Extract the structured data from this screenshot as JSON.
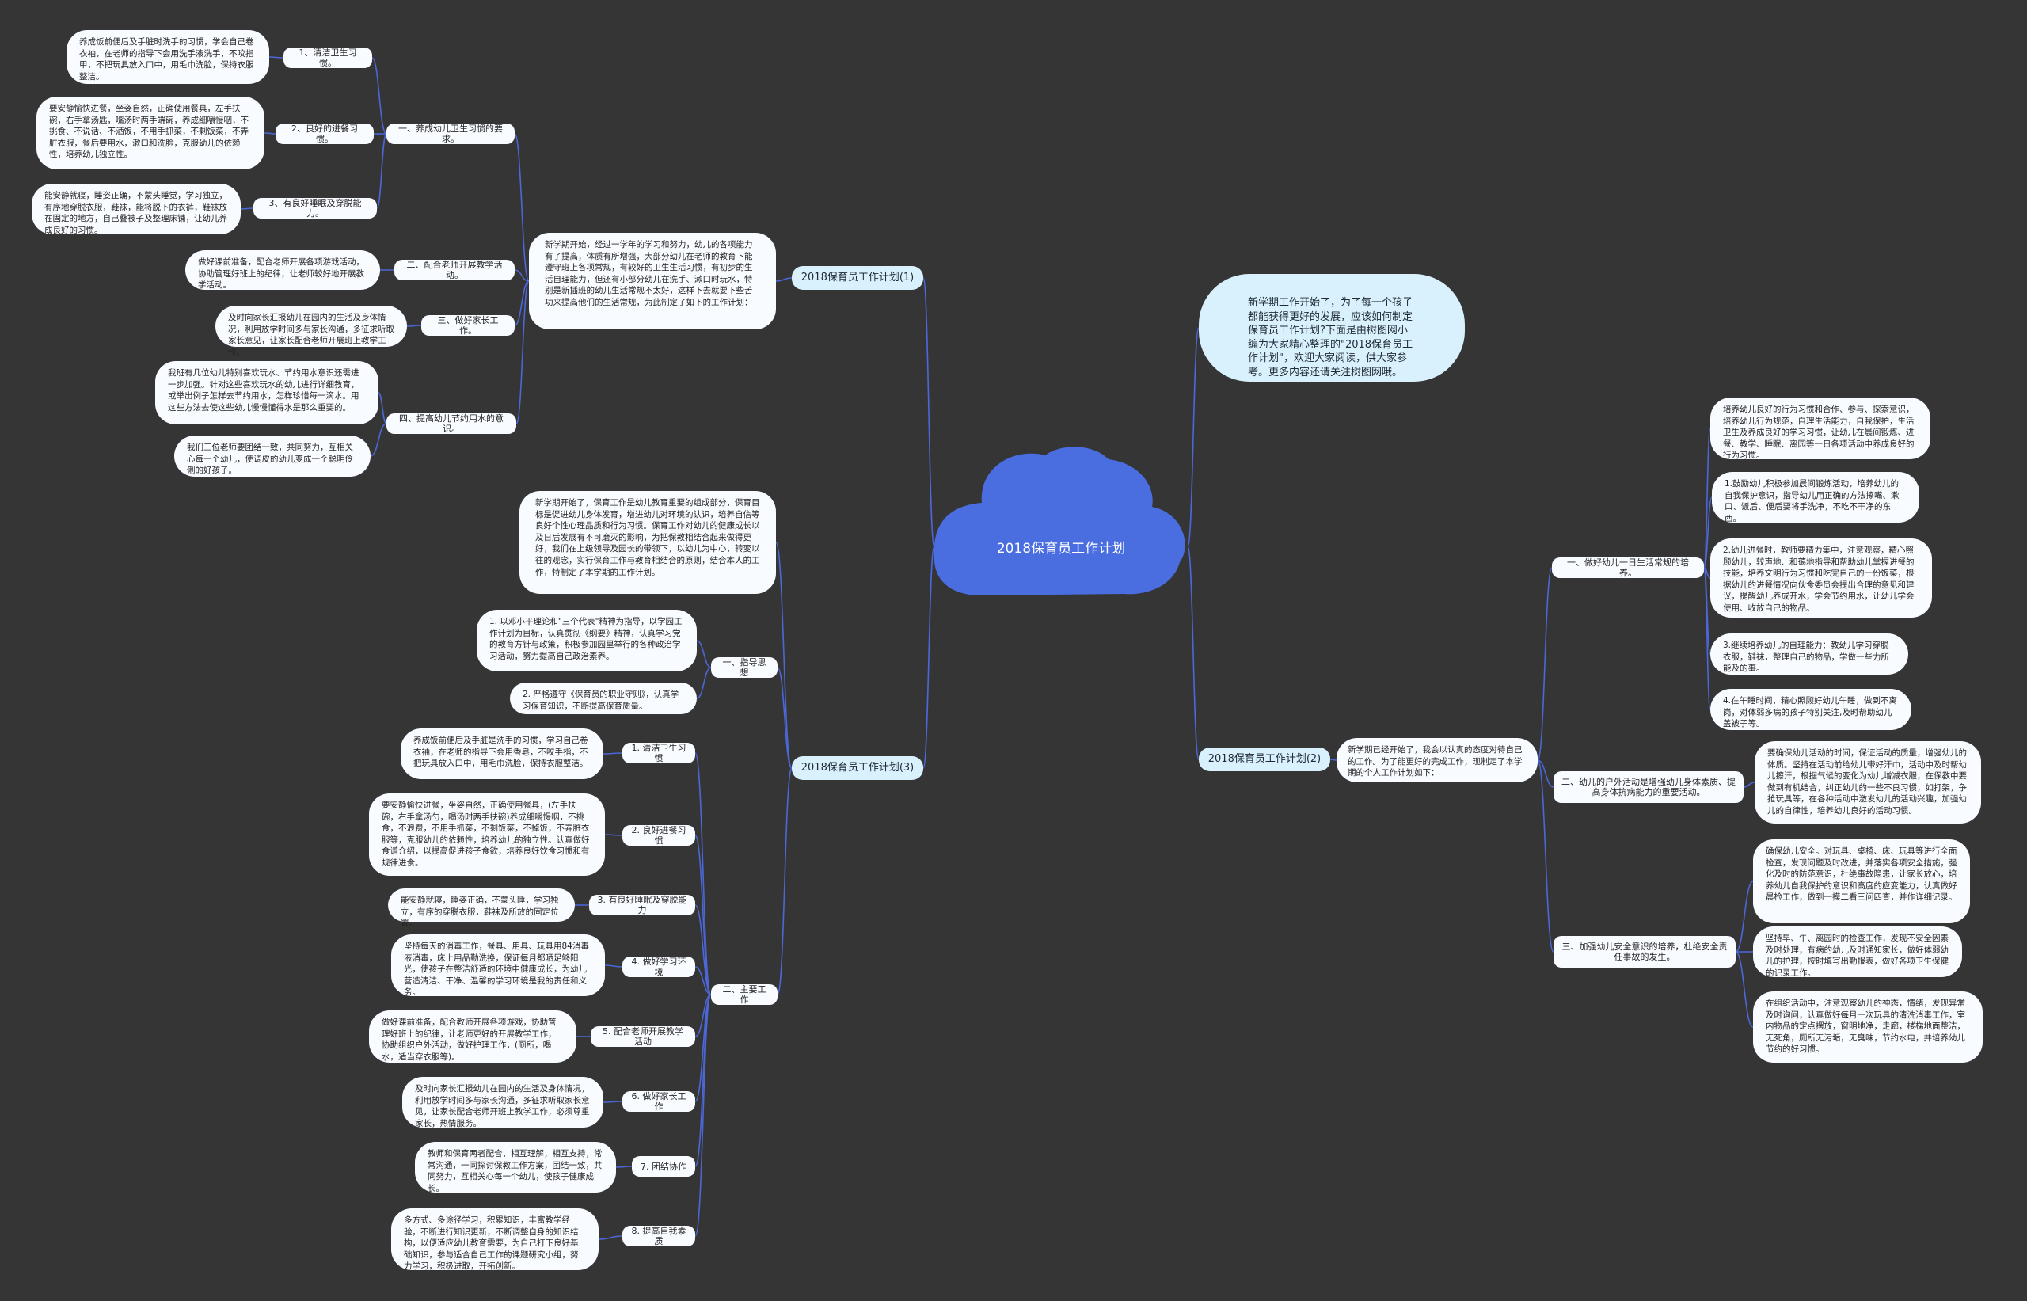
{
  "root": {
    "title": "2018保育员工作计划",
    "color": "#4a6ee0"
  },
  "colors": {
    "background": "#363536",
    "edge": "#4b67d8",
    "node": "#f8fbff",
    "branch": "#d9f1fc"
  },
  "plan1": {
    "label": "2018保育员工作计划(1)",
    "summary": "新学期开始，经过一学年的学习和努力，幼儿的各项能力有了提高，体质有所增强，大部分幼儿在老师的教育下能遵守班上各项常规，有较好的卫生生活习惯，有初步的生活自理能力，但还有小部分幼儿在洗手、漱口时玩水，特别是新插班的幼儿生活常规不太好，这样下去就要下些苦功来提高他们的生活常规，为此制定了如下的工作计划：",
    "sections": {
      "s1": {
        "label": "一、养成幼儿卫生习惯的要求。",
        "items": [
          {
            "label": "1、清洁卫生习惯。",
            "detail": "养成饭前便后及手脏时洗手的习惯，学会自己卷衣袖，在老师的指导下会用洗手液洗手，不咬指甲，不把玩具放入口中，用毛巾洗脸，保持衣服整洁。"
          },
          {
            "label": "2、良好的进餐习惯。",
            "detail": "要安静愉快进餐，坐姿自然，正确使用餐具，左手扶碗，右手拿汤匙，嘴汤时两手端碗，养成细嚼慢咽，不挑食、不说话、不洒饭，不用手抓菜，不剩饭菜，不弄脏衣服，餐后要用水，漱口和洗脸，克服幼儿的依赖性，培养幼儿独立性。"
          },
          {
            "label": "3、有良好睡眠及穿脱能力。",
            "detail": "能安静就寝，睡姿正确，不蒙头睡觉，学习独立，有序地穿脱衣服，鞋袜，能将脱下的衣裤，鞋袜放在固定的地方，自己叠被子及整理床铺，让幼儿养成良好的习惯。"
          }
        ]
      },
      "s2": {
        "label": "二、配合老师开展教学活动。",
        "detail": "做好课前准备，配合老师开展各项游戏活动，协助管理好班上的纪律，让老师较好地开展教学活动。"
      },
      "s3": {
        "label": "三、做好家长工作。",
        "detail": "及时向家长汇报幼儿在园内的生活及身体情况，利用放学时间多与家长沟通，多征求听取家长意见，让家长配合老师开展班上教学工作。"
      },
      "s4": {
        "label": "四、提高幼儿节约用水的意识。",
        "details": [
          "我班有几位幼儿特别喜欢玩水、节约用水意识还需进一步加强。针对这些喜欢玩水的幼儿进行详细教育，或举出例子怎样去节约用水，怎样珍惜每一滴水。用这些方法去使这些幼儿慢慢懂得水是那么重要的。",
          "我们三位老师要团结一致，共同努力，互相关心每一个幼儿，使调皮的幼儿变成一个聪明伶俐的好孩子。"
        ]
      }
    }
  },
  "intro": {
    "text": "新学期工作开始了，为了每一个孩子都能获得更好的发展，应该如何制定保育员工作计划?下面是由树图网小编为大家精心整理的\"2018保育员工作计划\"，欢迎大家阅读，供大家参考。更多内容还请关注树图网哦。"
  },
  "plan2": {
    "label": "2018保育员工作计划(2)",
    "summary": "新学期已经开始了，我会以认真的态度对待自己的工作。为了能更好的完成工作，现制定了本学期的个人工作计划如下：",
    "sections": {
      "a": {
        "label": "一、做好幼儿一日生活常规的培养。",
        "details": [
          "培养幼儿良好的行为习惯和合作、参与、探索意识，培养幼儿行为规范，自理生活能力，自我保护，生活卫生及养成良好的学习习惯，让幼儿在晨间锻炼、进餐、教学、睡眠、离园等一日各项活动中养成良好的行为习惯。",
          "1.鼓励幼儿积极参加晨间锻炼活动，培养幼儿的自我保护意识，指导幼儿用正确的方法擦嘴、漱口、饭后、便后要将手洗净，不吃不干净的东西。",
          "2.幼儿进餐时，教师要精力集中，注意观察，精心照顾幼儿，较声地、和蔼地指导和帮助幼儿掌握进餐的技能，培养文明行为习惯和吃完自己的一份饭菜，根据幼儿的进餐情况向伙食委员会提出合理的意见和建议，提醒幼儿养成开水，学会节约用水，让幼儿学会使用、收放自己的物品。",
          "3.继续培养幼儿的自理能力：教幼儿学习穿脱衣服，鞋袜，整理自己的物品，学做一些力所能及的事。",
          "4.在午睡时间，精心照顾好幼儿午睡，做到不离岗，对体弱多病的孩子特别关注,及时帮助幼儿盖被子等。"
        ]
      },
      "b": {
        "label": "二、幼儿的户外活动是增强幼儿身体素质、提高身体抗病能力的重要活动。",
        "detail": "要确保幼儿活动的时间，保证活动的质量，增强幼儿的体质。坚持在活动前给幼儿带好汗巾，活动中及时帮幼儿擦汗，根据气候的变化为幼儿增减衣服，在保教中要做到有机结合，纠正幼儿的一些不良习惯，如打架，争抢玩具等，在各种活动中激发幼儿的活动兴趣，加强幼儿的自律性，培养幼儿良好的活动习惯。"
      },
      "c": {
        "label": "三、加强幼儿安全意识的培养，杜绝安全责任事故的发生。",
        "details": [
          "确保幼儿安全。对玩具、桌椅、床、玩具等进行全面检查，发现问题及时改进，并落实各项安全措施，强化及时的防范意识，杜绝事故隐患，让家长放心，培养幼儿自我保护的意识和高度的应变能力，认真做好晨检工作，做到一摸二看三问四查，并作详细记录。",
          "坚持早、午、离园时的检查工作，发现不安全因素及时处理，有病的幼儿及时通知家长，做好体弱幼儿的护理，按时填写出勤报表，做好各项卫生保健的记录工作。",
          "在组织活动中，注意观察幼儿的神态，情绪，发现异常及时询问，认真做好每月一次玩具的清洗消毒工作，室内物品的定点摆放，窗明地净，走廊，楼梯地面整洁，无死角，厕所无污垢，无臭味，节约水电，并培养幼儿节约的好习惯。"
        ]
      }
    }
  },
  "plan3": {
    "label": "2018保育员工作计划(3)",
    "summary": "新学期开始了，保育工作是幼儿教育重要的组成部分，保育目标是促进幼儿身体发育，增进幼儿对环境的认识，培养自信等良好个性心理品质和行为习惯。保育工作对幼儿的健康成长以及日后发展有不可磨灭的影响，为把保教相结合起来做得更好，我们在上级领导及园长的带领下，以幼儿为中心，转变以往的观念，实行保育工作与教育相结合的原则，结合本人的工作，特制定了本学期的工作计划。",
    "guiding": {
      "label": "一、指导思想",
      "details": [
        "1. 以邓小平理论和\"三个代表\"精神为指导，以学园工作计划为目标，认真贯彻《纲要》精神，认真学习党的教育方针与政策，积极参加园里举行的各种政治学习活动，努力提高自己政治素养。",
        "2. 严格遵守《保育员的职业守则》，认真学习保育知识，不断提高保育质量。"
      ]
    },
    "main": {
      "label": "二、主要工作",
      "items": [
        {
          "label": "1. 清洁卫生习惯",
          "detail": "养成饭前便后及手脏是洗手的习惯，学习自己卷衣袖，在老师的指导下会用香皂，不咬手指，不把玩具放入口中，用毛巾洗脸，保持衣服整洁。"
        },
        {
          "label": "2. 良好进餐习惯",
          "detail": "要安静愉快进餐，坐姿自然，正确使用餐具，(左手扶碗，右手拿汤勺，喝汤时两手扶碗)养成细嚼慢咽，不挑食，不浪费，不用手抓菜，不剩饭菜，不掉饭，不弄脏衣服等，克服幼儿的依赖性，培养幼儿的独立性。认真做好食谱介绍，以提高促进孩子食欲，培养良好饮食习惯和有规律进食。"
        },
        {
          "label": "3. 有良好睡眠及穿脱能力",
          "detail": "能安静就寝，睡姿正确，不蒙头睡，学习独立，有序的穿脱衣服，鞋袜及所放的固定位置。"
        },
        {
          "label": "4. 做好学习环境",
          "detail": "坚持每天的消毒工作，餐具、用具、玩具用84消毒液消毒，床上用品勤洗换，保证每月都晒足够阳光，使孩子在整洁舒适的环境中健康成长，为幼儿营造清洁、干净、温馨的学习环境是我的责任和义务。"
        },
        {
          "label": "5. 配合老师开展教学活动",
          "detail": "做好课前准备，配合教师开展各项游戏，协助管理好班上的纪律，让老师更好的开展教学工作，协助组织户外活动，做好护理工作，(厕所，喝水，适当穿衣服等)。"
        },
        {
          "label": "6. 做好家长工作",
          "detail": "及时向家长汇报幼儿在园内的生活及身体情况，利用放学时间多与家长沟通，多征求听取家长意见，让家长配合老师开班上教学工作，必须尊重家长，热情服务。"
        },
        {
          "label": "7. 团结协作",
          "detail": "教师和保育两者配合，相互理解，相互支持，常常沟通，一同探讨保教工作方案，团结一致，共同努力，互相关心每一个幼儿，使孩子健康成长。"
        },
        {
          "label": "8. 提高自我素质",
          "detail": "多方式、多途径学习，积累知识，丰富教学经验，不断进行知识更新，不断调整自身的知识结构，以便适应幼儿教育需要，为自己打下良好基础知识，参与适合自己工作的课题研究小组，努力学习，积极进取，开拓创新。"
        }
      ]
    }
  }
}
